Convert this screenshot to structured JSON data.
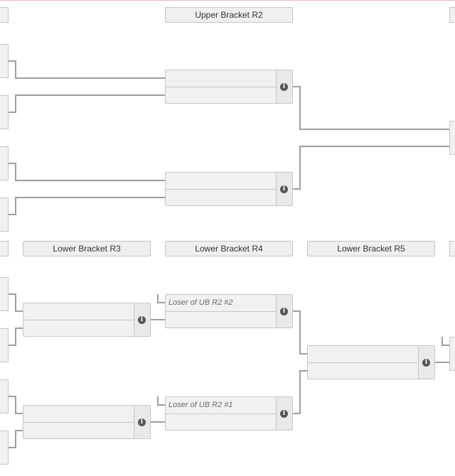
{
  "rounds": {
    "upper_r2": "Upper Bracket R2",
    "lower_r3": "Lower Bracket R3",
    "lower_r4": "Lower Bracket R4",
    "lower_r5": "Lower Bracket R5"
  },
  "matches": {
    "ub_r2_1": {
      "team1": "",
      "team2": ""
    },
    "ub_r2_2": {
      "team1": "",
      "team2": ""
    },
    "lb_r3_1": {
      "team1": "",
      "team2": ""
    },
    "lb_r3_2": {
      "team1": "",
      "team2": ""
    },
    "lb_r4_1": {
      "team1": "Loser of UB R2 #2",
      "team2": ""
    },
    "lb_r4_2": {
      "team1": "Loser of UB R2 #1",
      "team2": ""
    },
    "lb_r5_1": {
      "team1": "",
      "team2": ""
    }
  },
  "icons": {
    "info": "info-icon"
  },
  "info_glyph": "i"
}
